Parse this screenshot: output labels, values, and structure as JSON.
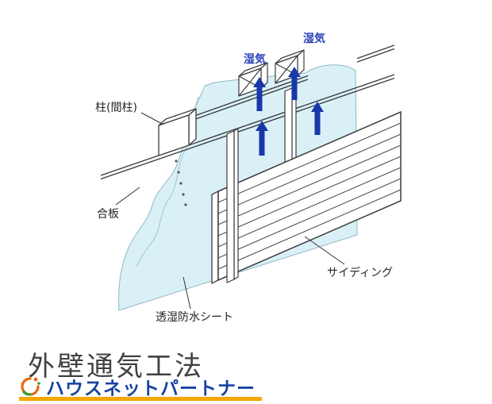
{
  "diagram": {
    "labels": {
      "moisture_1": "湿気",
      "moisture_2": "湿気",
      "pillar": "柱(間柱)",
      "plywood": "合板",
      "sheet": "透湿防水シート",
      "siding": "サイディング"
    }
  },
  "footer": {
    "title": "外壁通気工法",
    "brand_name": "ハウスネットパートナー"
  },
  "colors": {
    "arrow_blue": "#1838aa",
    "moisture_blue": "#2a44b8",
    "sheet_fill": "#d9f0f7",
    "sheet_edge": "#90b8c4",
    "line": "#3c3c3c",
    "brand_blue": "#17449e",
    "underline_orange": "#f6a600",
    "title_gray": "#414141"
  }
}
